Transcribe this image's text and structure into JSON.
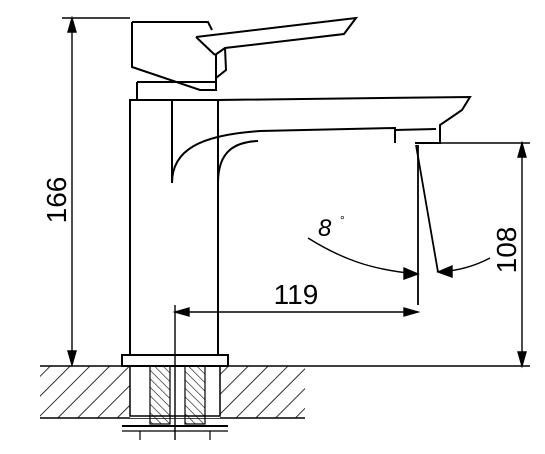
{
  "dimensions": {
    "overall_height": "166",
    "spout_reach": "119",
    "spout_height": "108",
    "spout_angle_value": "8",
    "spout_angle_unit": "°"
  },
  "colors": {
    "line": "#000000",
    "background": "#ffffff"
  }
}
